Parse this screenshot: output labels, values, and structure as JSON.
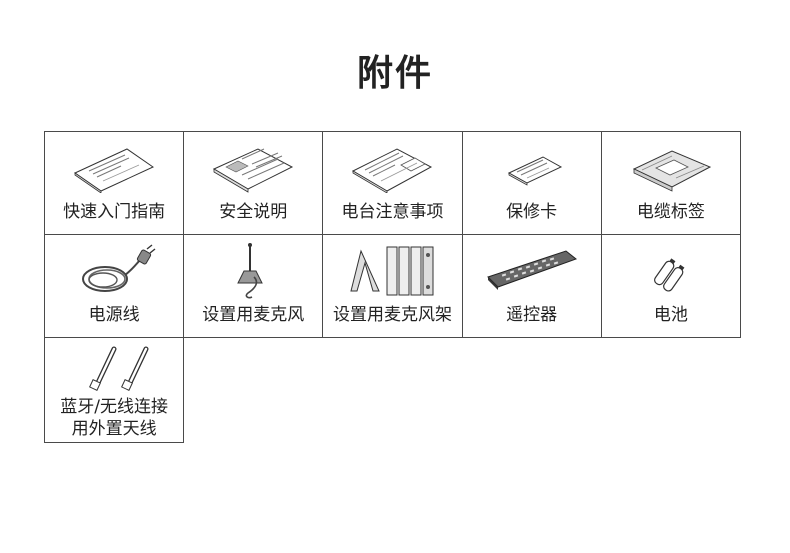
{
  "title": "附件",
  "items": [
    {
      "label": "快速入门指南",
      "icon": "quick-start-guide-icon"
    },
    {
      "label": "安全说明",
      "icon": "safety-instructions-icon"
    },
    {
      "label": "电台注意事项",
      "icon": "radio-notes-icon"
    },
    {
      "label": "保修卡",
      "icon": "warranty-card-icon"
    },
    {
      "label": "电缆标签",
      "icon": "cable-labels-icon"
    },
    {
      "label": "电源线",
      "icon": "power-cord-icon"
    },
    {
      "label": "设置用麦克风",
      "icon": "setup-microphone-icon"
    },
    {
      "label": "设置用麦克风架",
      "icon": "microphone-stand-icon"
    },
    {
      "label": "遥控器",
      "icon": "remote-control-icon"
    },
    {
      "label": "电池",
      "icon": "batteries-icon"
    },
    {
      "label": "蓝牙/无线连接\n用外置天线",
      "line1": "蓝牙/无线连接",
      "line2": "用外置天线",
      "icon": "antenna-icon"
    }
  ]
}
